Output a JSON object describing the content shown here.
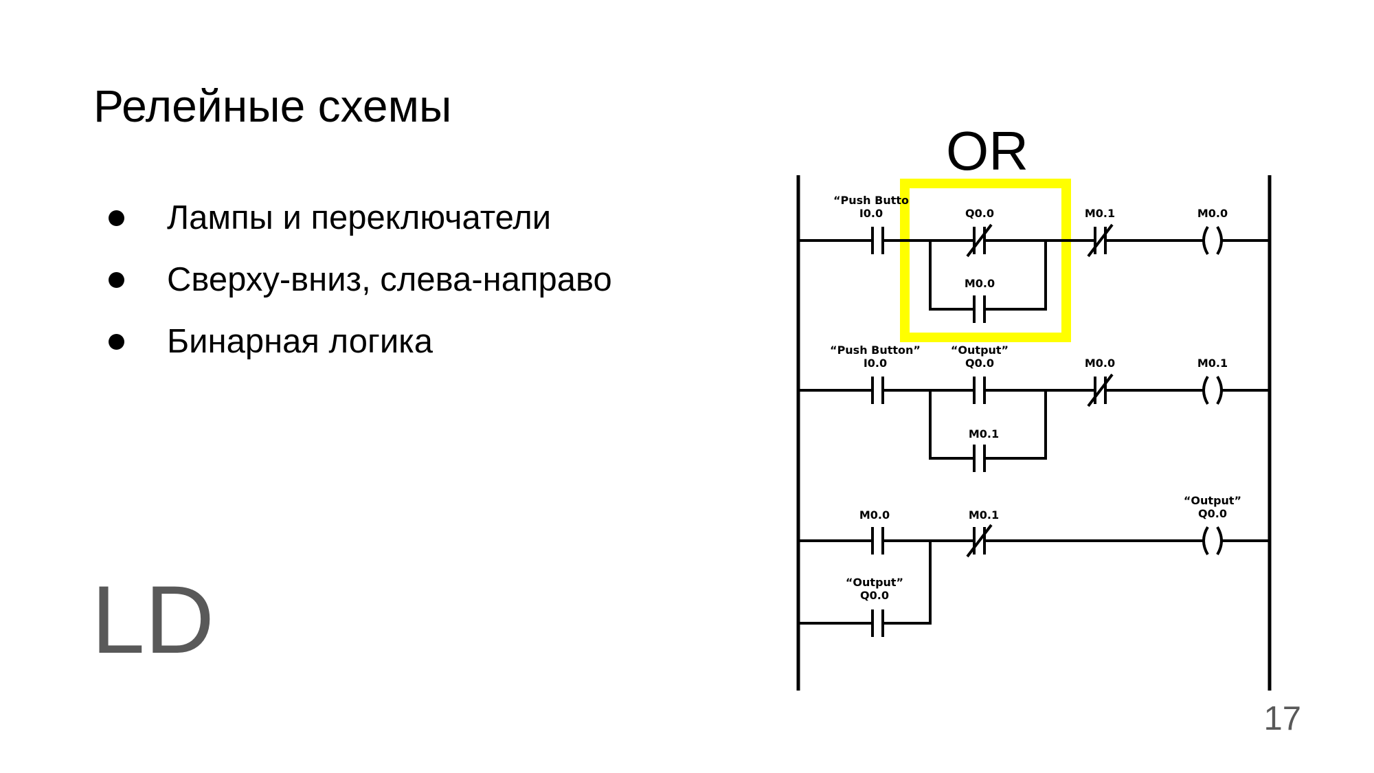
{
  "slide": {
    "title": "Релейные схемы",
    "bullets": [
      "Лампы и переключатели",
      "Сверху-вниз, слева-направо",
      "Бинарная логика"
    ],
    "big_label": "LD",
    "page_number": "17"
  },
  "diagram": {
    "highlight_label": "OR",
    "highlight_color": "#ffff00",
    "rungs": [
      {
        "main": [
          {
            "type": "contact-no",
            "label1": "“Push Butto",
            "label2": "I0.0"
          },
          {
            "type": "contact-nc",
            "label1": "",
            "label2": "Q0.0"
          },
          {
            "type": "contact-nc",
            "label1": "",
            "label2": "M0.1"
          },
          {
            "type": "coil",
            "label1": "",
            "label2": "M0.0"
          }
        ],
        "branch": [
          {
            "type": "contact-no",
            "label1": "",
            "label2": "M0.0"
          }
        ]
      },
      {
        "main": [
          {
            "type": "contact-no",
            "label1": "“Push Button”",
            "label2": "I0.0"
          },
          {
            "type": "contact-no",
            "label1": "“Output”",
            "label2": "Q0.0"
          },
          {
            "type": "contact-nc",
            "label1": "",
            "label2": "M0.0"
          },
          {
            "type": "coil",
            "label1": "",
            "label2": "M0.1"
          }
        ],
        "branch": [
          {
            "type": "contact-no",
            "label1": "",
            "label2": "M0.1"
          }
        ]
      },
      {
        "main": [
          {
            "type": "contact-no",
            "label1": "",
            "label2": "M0.0"
          },
          {
            "type": "contact-nc",
            "label1": "",
            "label2": "M0.1"
          },
          {
            "type": "coil",
            "label1": "“Output”",
            "label2": "Q0.0"
          }
        ],
        "branch": [
          {
            "type": "contact-no",
            "label1": "“Output”",
            "label2": "Q0.0"
          }
        ]
      }
    ]
  }
}
